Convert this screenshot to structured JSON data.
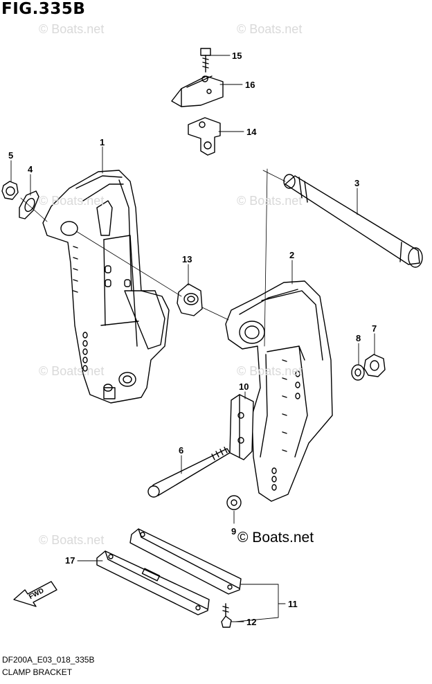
{
  "figure": {
    "title": "FIG.335B",
    "code": "DF200A_E03_018_335B",
    "caption": "CLAMP BRACKET"
  },
  "watermark": {
    "faint_text": "© Boats.net",
    "main_text": "© Boats.net"
  },
  "fwd_label": "FWD",
  "callouts": [
    "1",
    "2",
    "3",
    "4",
    "5",
    "6",
    "7",
    "8",
    "9",
    "10",
    "11",
    "12",
    "13",
    "14",
    "15",
    "16",
    "17"
  ]
}
